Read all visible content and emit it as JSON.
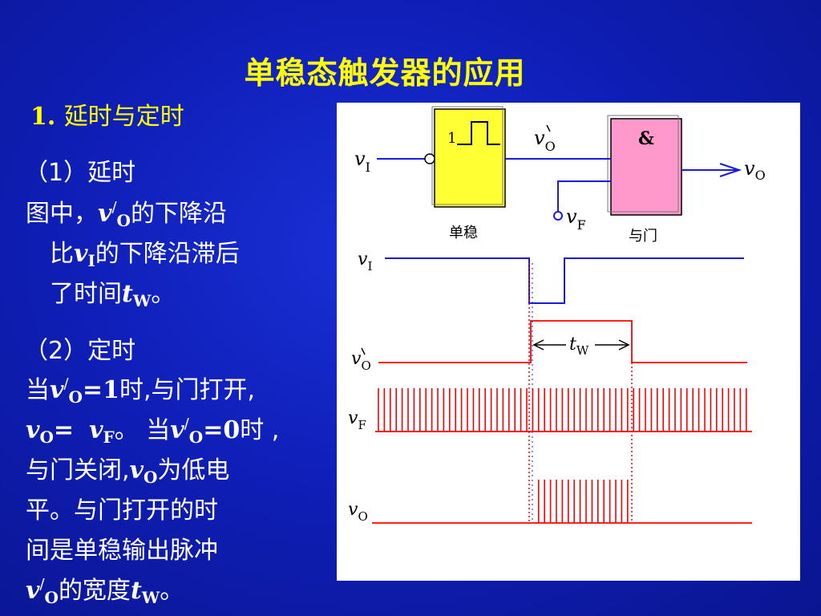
{
  "title": "单稳态触发器的应用",
  "section": {
    "num": "1.",
    "label": "延时与定时"
  },
  "delay": {
    "heading": "（1）延时",
    "line1_a": "图中，",
    "line1_var": "v",
    "line1_prime": "/",
    "line1_sub": "O",
    "line1_b": "的下降沿",
    "line2_a": "比",
    "line2_var": "v",
    "line2_sub": "I",
    "line2_b": "的下降沿滞后",
    "line3_a": "了时间",
    "line3_var": "t",
    "line3_sub": "W",
    "line3_b": "。"
  },
  "timing": {
    "heading": "（2）定时",
    "l1_a": "当",
    "l1_var": "v",
    "l1_sub": "O",
    "l1_b": "=1",
    "l1_c": "时,与门打开,",
    "l2_var1": "v",
    "l2_sub1": "O",
    "l2_eq": "=",
    "l2_var2": "v",
    "l2_sub2": "F",
    "l2_a": "。 当",
    "l2_var3": "v",
    "l2_sub3": "O",
    "l2_b": "=0",
    "l2_c": "时 ,",
    "l3_a": "与门关闭,",
    "l3_var": "v",
    "l3_sub": "O",
    "l3_b": "为低电",
    "l4": "平。与门打开的时",
    "l5": "间是单稳输出脉冲",
    "l6_var": "v",
    "l6_sub": "O",
    "l6_b": "的宽度",
    "l6_var2": "t",
    "l6_sub2": "W",
    "l6_c": "。"
  },
  "diagram": {
    "mono_label": "单稳",
    "mono_inner": "1",
    "and_label": "与门",
    "and_symbol": "&",
    "vi": {
      "v": "v",
      "s": "I"
    },
    "vo_prime": {
      "v": "v",
      "s": "O"
    },
    "vf": {
      "v": "v",
      "s": "F"
    },
    "vo": {
      "v": "v",
      "s": "O"
    },
    "tw": {
      "v": "t",
      "s": "W"
    },
    "colors": {
      "mono_fill": "#ffff33",
      "and_fill": "#ff99cc",
      "blue": "#1a1adc",
      "red": "#ff0000"
    }
  }
}
